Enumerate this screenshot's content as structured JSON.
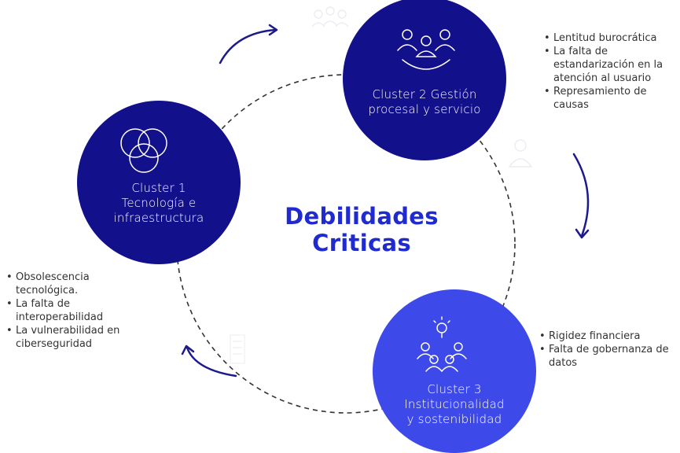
{
  "title": "Debilidades Criticas",
  "title_lines": [
    "Debilidades",
    "Criticas"
  ],
  "colors": {
    "dark_navy": "#12108a",
    "bright_blue": "#3d49e8",
    "title_blue": "#1f2bd0",
    "dashed_ring": "#333333",
    "arrow": "#1c1a8c"
  },
  "clusters": [
    {
      "lines": [
        "Cluster 1",
        "Tecnología e",
        "infraestructura"
      ],
      "icon": "venn-circles-icon",
      "bullets": [
        "Obsolescencia tecnológica.",
        "La falta de interoperabilidad",
        "La vulnerabilidad en ciberseguridad"
      ]
    },
    {
      "lines": [
        "Cluster 2  Gestión",
        "procesal y servicio"
      ],
      "icon": "team-people-icon",
      "bullets": [
        "Lentitud burocrática",
        "La falta de estandarización en la atención al usuario",
        "Represamiento de causas"
      ]
    },
    {
      "lines": [
        "Cluster 3",
        "Institucionalidad",
        "y sostenibilidad"
      ],
      "icon": "idea-team-icon",
      "bullets": [
        "Rigidez financiera",
        "Falta de gobernanza de datos"
      ]
    }
  ]
}
